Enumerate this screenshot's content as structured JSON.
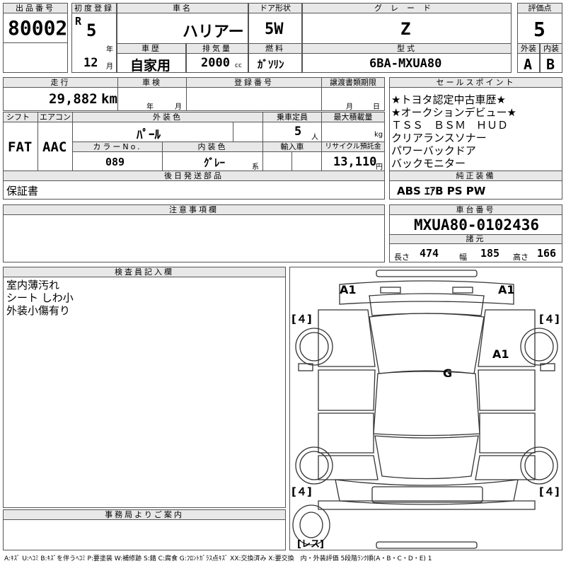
{
  "lot": {
    "label": "出品番号",
    "value": "80002"
  },
  "first_reg": {
    "label": "初度登録",
    "era": "R",
    "year": "5",
    "year_unit": "年",
    "month": "12",
    "month_unit": "月"
  },
  "car_name": {
    "label": "車名",
    "value": "ハリアー"
  },
  "door": {
    "label": "ドア形状",
    "value": "5W"
  },
  "grade": {
    "label": "グレード",
    "value": "Z"
  },
  "score": {
    "label": "評価点",
    "value": "5",
    "ext_label": "外装",
    "int_label": "内装",
    "ext_value": "A",
    "int_value": "B"
  },
  "history": {
    "label": "車歴",
    "value": "自家用"
  },
  "displacement": {
    "label": "排気量",
    "value": "2000",
    "unit": "cc"
  },
  "fuel": {
    "label": "燃料",
    "value": "ｶﾞｿﾘﾝ"
  },
  "model": {
    "label": "型式",
    "value": "6BA-MXUA80"
  },
  "mileage": {
    "label": "走行",
    "value": "29,882",
    "unit": "km"
  },
  "inspection": {
    "label": "車検",
    "year_unit": "年",
    "month_unit": "月"
  },
  "reg_no": {
    "label": "登録番号"
  },
  "transfer": {
    "label": "譲渡書類期限",
    "month_unit": "月",
    "day_unit": "日"
  },
  "sales_points": {
    "label": "セールスポイント",
    "lines": [
      "★トヨタ認定中古車歴★",
      "★オークションデビュー★",
      "ＴＳＳ　ＢＳＭ　ＨＵＤ",
      "クリアランスソナー",
      "パワーバックドア",
      "バックモニター"
    ]
  },
  "shift": {
    "label": "シフト",
    "value": "FAT"
  },
  "aircon": {
    "label": "エアコン",
    "value": "AAC"
  },
  "exterior_color": {
    "label": "外装色",
    "value": "ﾊﾟｰﾙ"
  },
  "capacity": {
    "label": "乗車定員",
    "value": "5",
    "unit": "人"
  },
  "max_load": {
    "label": "最大積載量",
    "unit": "kg"
  },
  "color_no": {
    "label": "カラーNo.",
    "value": "089"
  },
  "interior_color": {
    "label": "内装色",
    "value": "ｸﾞﾚｰ",
    "unit": "系"
  },
  "import": {
    "label": "輸入車"
  },
  "recycle": {
    "label": "リサイクル預託金",
    "value": "13,110",
    "unit": "円"
  },
  "later_parts": {
    "label": "後日発送部品",
    "value": "保証書"
  },
  "genuine_equip": {
    "label": "純正装備",
    "value": "ABS ｴｱB PS PW"
  },
  "notes": {
    "label": "注意事項欄"
  },
  "chassis": {
    "label": "車台番号",
    "value": "MXUA80-0102436"
  },
  "specs": {
    "label": "諸元",
    "length_label": "長さ",
    "length": "474",
    "width_label": "幅",
    "width": "185",
    "height_label": "高さ",
    "height": "166"
  },
  "inspector": {
    "label": "検査員記入欄",
    "lines": [
      "室内薄汚れ",
      "シート しわ小",
      "外装小傷有り"
    ]
  },
  "office": {
    "label": "事務局よりご案内"
  },
  "diagram": {
    "marks": {
      "front_left": "A1",
      "front_right": "A1",
      "right_side": "A1",
      "glass": "G"
    },
    "tires": {
      "fl": "４",
      "fr": "４",
      "rl": "４",
      "rr": "４"
    },
    "tire_brackets": {
      "open": "[",
      "close": "]"
    },
    "spare": "レス"
  },
  "legend": "A:ｷｽﾞ U:ﾍｺﾐ B:ｷｽﾞを伴うﾍｺﾐ P:要塗装 W:補修跡 S:錆 C:腐食 G:ﾌﾛﾝﾄｶﾞﾗｽ点ｷｽﾞ XX:交換済み X:要交換　内・外装評価 5段階ﾗﾝｸ順(A・B・C・D・E) 1"
}
